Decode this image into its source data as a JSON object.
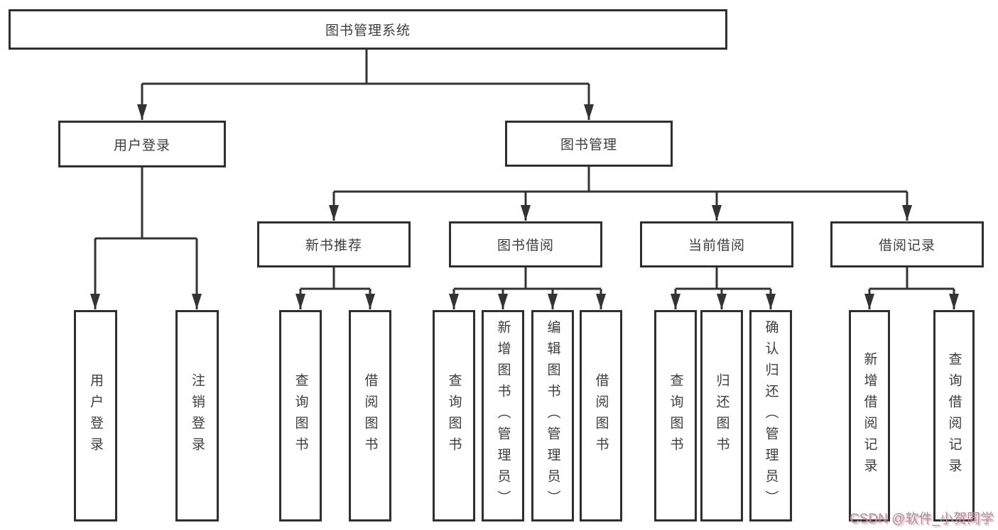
{
  "diagram_type": "hierarchy-structure-chart",
  "colors": {
    "background": "#ffffff",
    "line": "#333333",
    "box_border": "#2f2f2f",
    "text": "#3d3d3d",
    "watermark_text": "#9b9b9b",
    "watermark_shadow": "#fa5a82"
  },
  "tree": {
    "label": "图书管理系统",
    "children": [
      {
        "label": "用户登录",
        "children": [
          {
            "label": "用户登录"
          },
          {
            "label": "注销登录"
          }
        ]
      },
      {
        "label": "图书管理",
        "children": [
          {
            "label": "新书推荐",
            "children": [
              {
                "label": "查询图书"
              },
              {
                "label": "借阅图书"
              }
            ]
          },
          {
            "label": "图书借阅",
            "children": [
              {
                "label": "查询图书"
              },
              {
                "label": "新增图书（管理员）"
              },
              {
                "label": "编辑图书（管理员）"
              },
              {
                "label": "借阅图书"
              }
            ]
          },
          {
            "label": "当前借阅",
            "children": [
              {
                "label": "查询图书"
              },
              {
                "label": "归还图书"
              },
              {
                "label": "确认归还（管理员）"
              }
            ]
          },
          {
            "label": "借阅记录",
            "children": [
              {
                "label": "新增借阅记录"
              },
              {
                "label": "查询借阅记录"
              }
            ]
          }
        ]
      }
    ]
  },
  "watermark": {
    "text": "CSDN @软件_小贺同学"
  }
}
